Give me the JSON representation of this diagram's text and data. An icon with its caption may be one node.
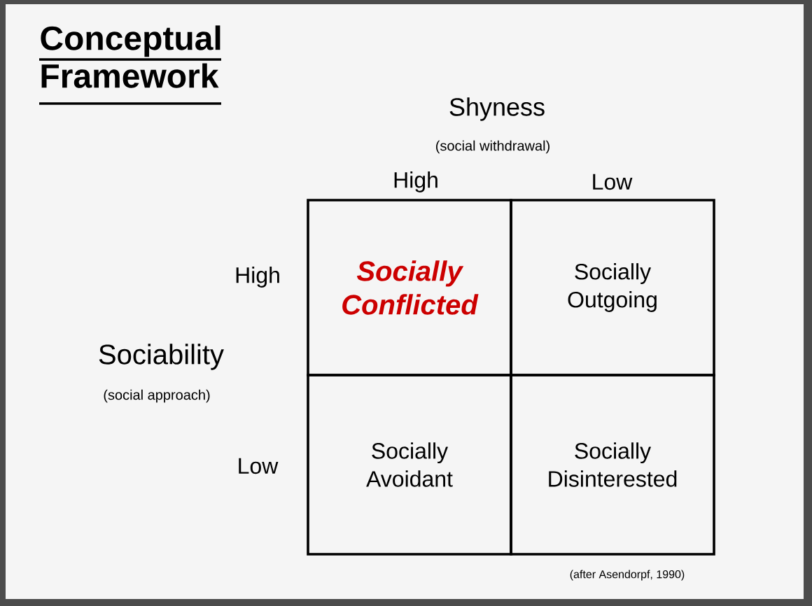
{
  "diagram": {
    "title": "Conceptual Framework",
    "caption": "(after Asendorpf, 1990)",
    "nodes": [
      {
        "text": [
          "Socially Conflicted"
        ]
      },
      {
        "text": [
          "Socially Outgoing"
        ]
      },
      {
        "text": [
          "Socially Avoidant"
        ]
      },
      {
        "text": [
          "Socially Disinterested"
        ]
      }
    ],
    "edges": [],
    "labels": [
      "Shyness",
      "(social withdrawal)",
      "High",
      "Low",
      "High",
      "Sociability",
      "(social approach)",
      "Low"
    ]
  }
}
